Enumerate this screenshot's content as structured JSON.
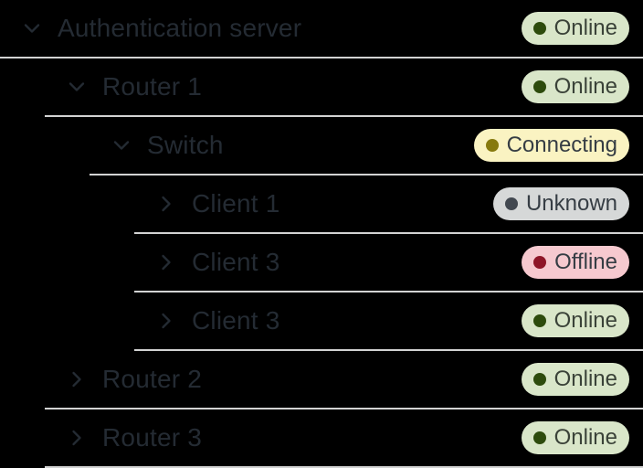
{
  "tree": {
    "rows": [
      {
        "label": "Authentication server",
        "level": 0,
        "expanded": true,
        "status": "Online",
        "status_key": "online"
      },
      {
        "label": "Router 1",
        "level": 1,
        "expanded": true,
        "status": "Online",
        "status_key": "online"
      },
      {
        "label": "Switch",
        "level": 2,
        "expanded": true,
        "status": "Connecting",
        "status_key": "connecting"
      },
      {
        "label": "Client 1",
        "level": 3,
        "expanded": false,
        "status": "Unknown",
        "status_key": "unknown"
      },
      {
        "label": "Client 3",
        "level": 3,
        "expanded": false,
        "status": "Offline",
        "status_key": "offline"
      },
      {
        "label": "Client 3",
        "level": 3,
        "expanded": false,
        "status": "Online",
        "status_key": "online"
      },
      {
        "label": "Router 2",
        "level": 1,
        "expanded": false,
        "status": "Online",
        "status_key": "online"
      },
      {
        "label": "Router 3",
        "level": 1,
        "expanded": false,
        "status": "Online",
        "status_key": "online"
      }
    ]
  },
  "status_colors": {
    "online": {
      "bg": "#d9e6c9",
      "dot": "#2d4b0c",
      "fg": "#3a4238"
    },
    "connecting": {
      "bg": "#faf3c2",
      "dot": "#877a0e",
      "fg": "#363d44"
    },
    "unknown": {
      "bg": "#d6d8d8",
      "dot": "#424850",
      "fg": "#363d44"
    },
    "offline": {
      "bg": "#f6c9cf",
      "dot": "#8e1527",
      "fg": "#363d44"
    }
  },
  "theme": {
    "background": "#000000",
    "text": "#242b33",
    "divider": "#d2d3d3"
  }
}
